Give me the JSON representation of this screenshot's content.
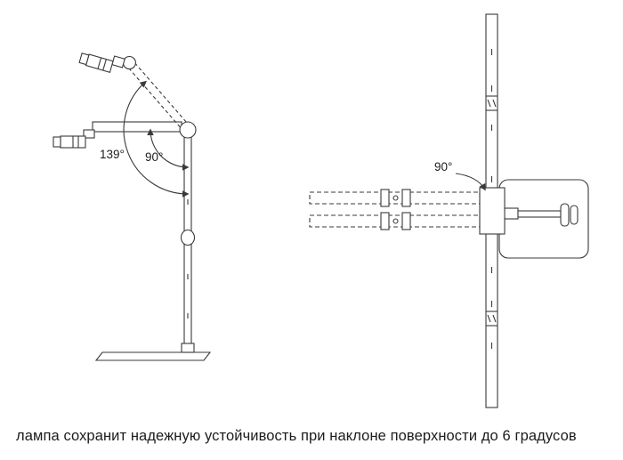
{
  "colors": {
    "line": "#3a3a3a",
    "text": "#1c1c1c",
    "background": "#ffffff"
  },
  "caption": "лампа сохранит надежную устойчивость при наклоне поверхности до 6 градусов",
  "left_view": {
    "angle_arm_upper": "139°",
    "angle_arm_lower": "90°"
  },
  "right_view": {
    "angle_arm": "90°"
  }
}
